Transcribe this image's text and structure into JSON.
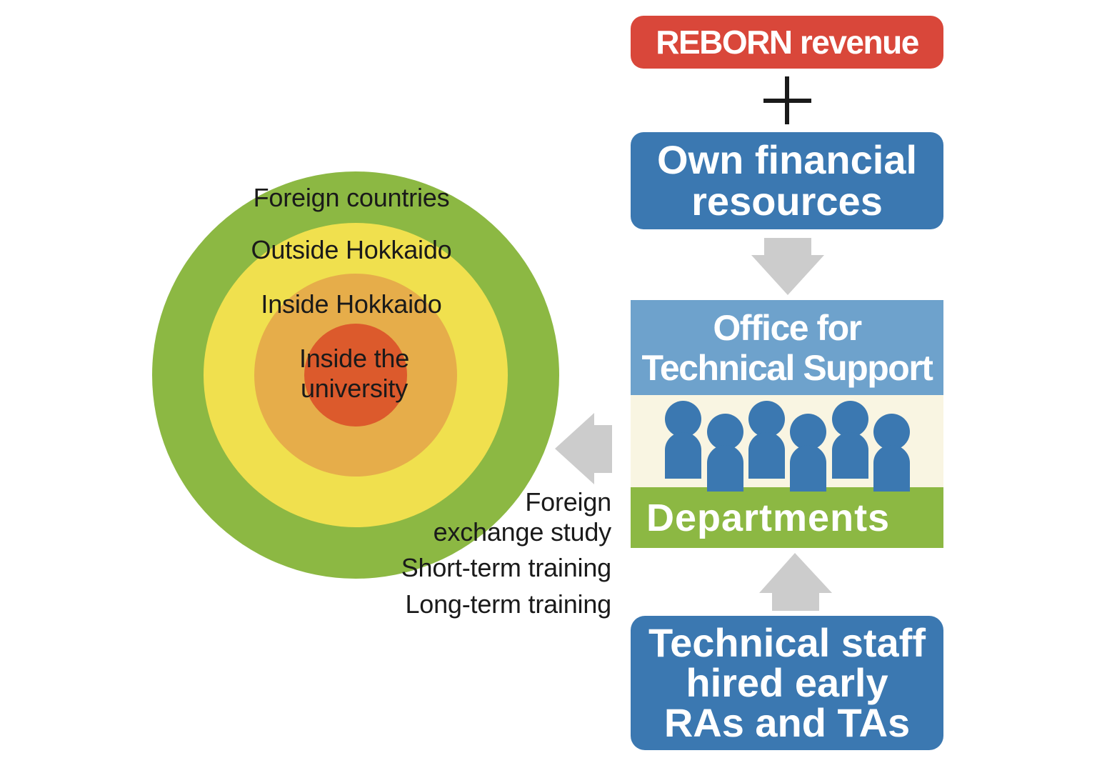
{
  "colors": {
    "ring_outer": "#8cb843",
    "ring_second": "#f0e04e",
    "ring_third": "#e6ad4a",
    "ring_center": "#dc5a2c",
    "red_box": "#d9473a",
    "blue_box": "#3b78b1",
    "office_header": "#6ea2cc",
    "office_band": "#f9f5e2",
    "departments": "#8cb843",
    "arrow": "#cccccc",
    "text_dark": "#1a1a1a",
    "text_light": "#ffffff"
  },
  "target": {
    "rings": [
      {
        "label": "Foreign countries"
      },
      {
        "label": "Outside Hokkaido"
      },
      {
        "label": "Inside Hokkaido"
      },
      {
        "label": "Inside the\nuniversity"
      }
    ]
  },
  "training": {
    "items": [
      {
        "label": "Foreign\nexchange study"
      },
      {
        "label": "Short-term training"
      },
      {
        "label": "Long-term training"
      }
    ]
  },
  "funding": {
    "reborn_label": "REBORN revenue",
    "plus_icon": "plus-icon",
    "own_resources_label": "Own financial\nresources"
  },
  "office": {
    "title": "Office for\nTechnical Support",
    "people_count": 6,
    "people_icon": "person-icon",
    "departments_label": "Departments"
  },
  "staff": {
    "label": "Technical staff\nhired early\nRAs and TAs"
  },
  "arrows": {
    "down_icon": "arrow-down-icon",
    "up_icon": "arrow-up-icon",
    "left_icon": "arrow-left-icon"
  }
}
